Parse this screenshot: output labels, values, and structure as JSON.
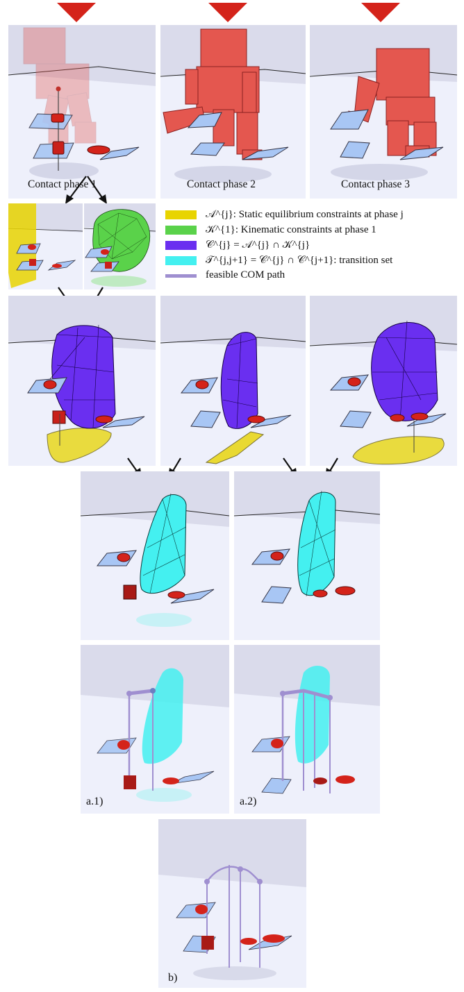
{
  "captions": {
    "phase1": "Contact phase 1",
    "phase2": "Contact phase 2",
    "phase3": "Contact phase 3"
  },
  "legend": [
    {
      "color": "#e8d400",
      "text": "𝒜^{j}: Static equilibrium constraints at phase j"
    },
    {
      "color": "#5ad24a",
      "text": "𝒦^{1}: Kinematic constraints at phase 1"
    },
    {
      "color": "#6a2ff0",
      "text": "𝒞^{j} = 𝒜^{j} ∩ 𝒦^{j}"
    },
    {
      "color": "#44f0f0",
      "text": "𝒯^{j,j+1} = 𝒞^{j} ∩ 𝒞^{j+1}: transition set"
    },
    {
      "color": "#9f8fd0",
      "text": "feasible COM path"
    }
  ],
  "sub_labels": {
    "a1": "a.1)",
    "a2": "a.2)",
    "b": "b)"
  },
  "colors": {
    "marker": "#d4231a",
    "robot": "#e4574f",
    "equilibrium": "#e8d400",
    "kinematic": "#5ad24a",
    "feasible": "#6a2ff0",
    "transition": "#44f0f0",
    "com_path": "#9f8fd0",
    "contact_patch": "#a8c6f4",
    "floor": "#eef0fb",
    "wall": "#dadbeb"
  }
}
